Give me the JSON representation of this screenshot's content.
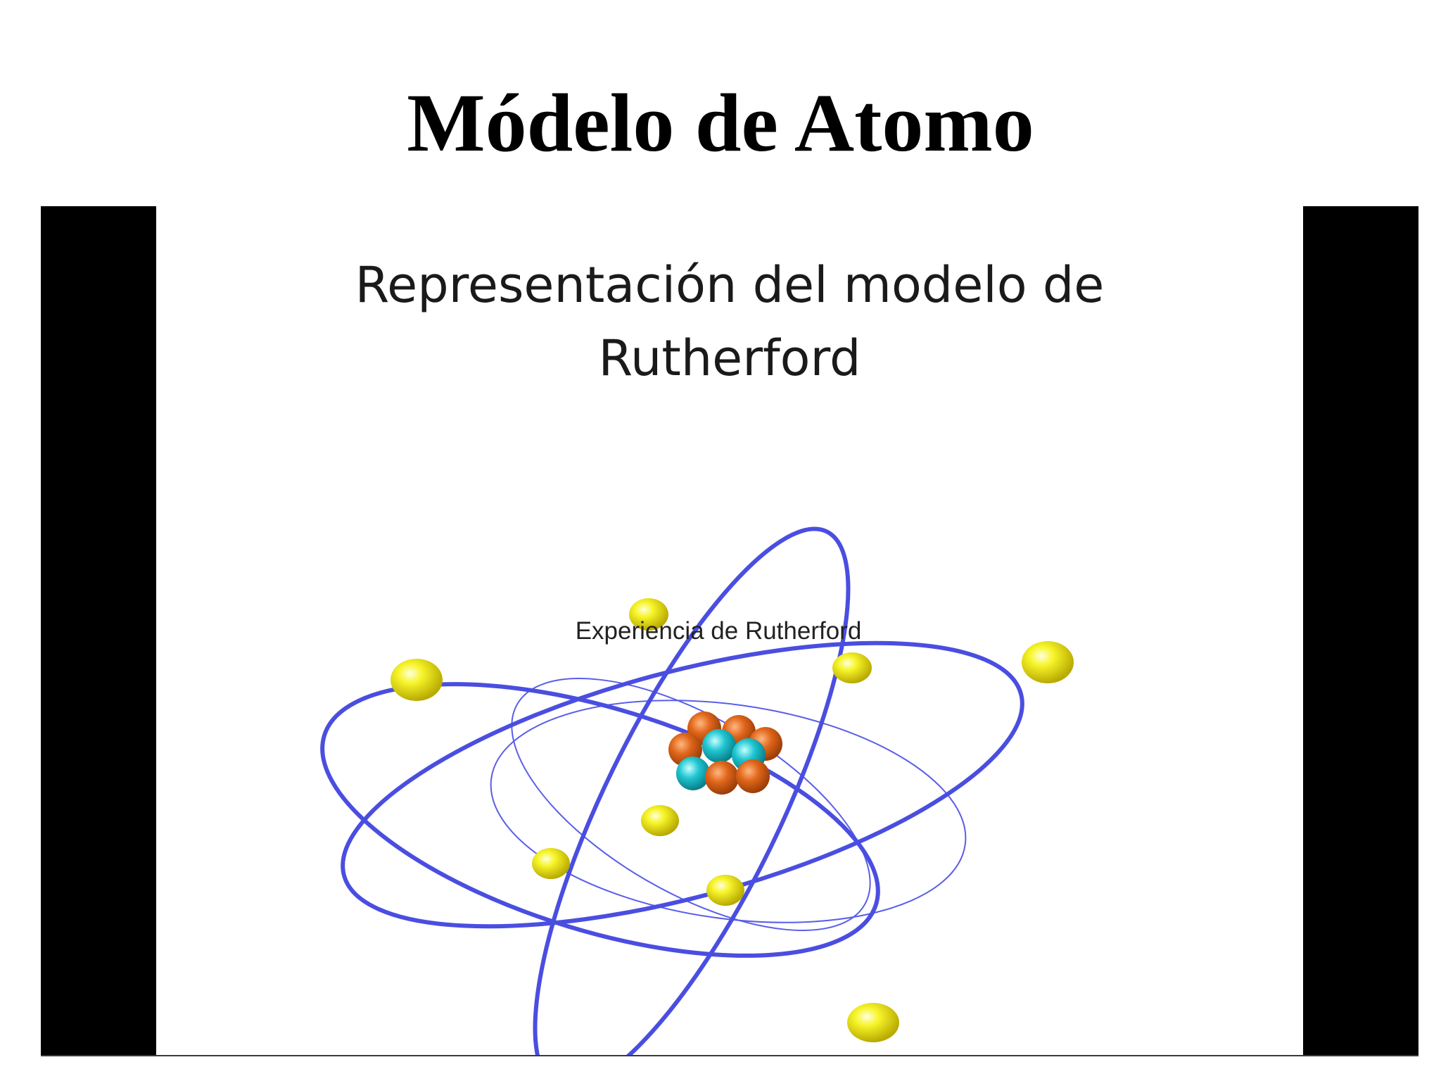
{
  "slide": {
    "title": "Módelo de Atomo"
  },
  "video": {
    "title_line1": "Representación del modelo de",
    "title_line2": "Rutherford",
    "caption": "Experiencia de Rutherford"
  },
  "colors": {
    "orbit": "#4a4ee0",
    "electron": "#f2ee1a",
    "proton": "#e0661a",
    "neutron": "#1fc6d2",
    "frame": "#000000"
  }
}
